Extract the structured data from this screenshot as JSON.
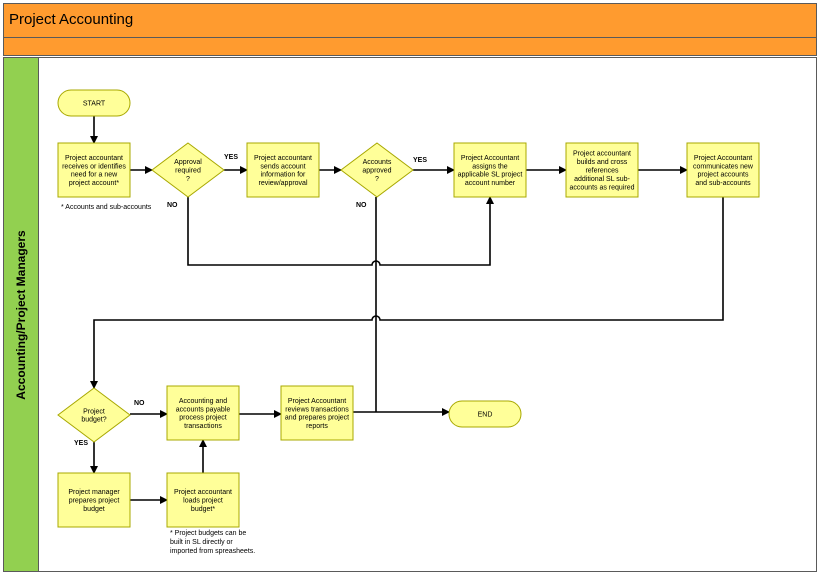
{
  "header": {
    "title": "Project Accounting"
  },
  "lane": {
    "label": "Accounting/Project Managers"
  },
  "colors": {
    "header_fill": "#FF9B2F",
    "lane_fill": "#92D050",
    "node_fill": "#FFFF99",
    "node_stroke": "#A8A800",
    "line": "#000000"
  },
  "nodes": {
    "start": {
      "lines": [
        "START"
      ]
    },
    "receives": {
      "lines": [
        "Project accountant",
        "receives or identifies",
        "need for a new",
        "project account*"
      ]
    },
    "approval": {
      "lines": [
        "Approval",
        "required",
        "?"
      ]
    },
    "sends": {
      "lines": [
        "Project accountant",
        "sends account",
        "information for",
        "review/approval"
      ]
    },
    "accounts_approved": {
      "lines": [
        "Accounts",
        "approved",
        "?"
      ]
    },
    "assigns": {
      "lines": [
        "Project Accountant",
        "assigns the",
        "applicable SL project",
        "account number"
      ]
    },
    "builds": {
      "lines": [
        "Project accountant",
        "builds and cross",
        "references",
        "additional SL sub-",
        "accounts as required"
      ]
    },
    "communicates": {
      "lines": [
        "Project Accountant",
        "communicates new",
        "project accounts",
        "and sub-accounts"
      ]
    },
    "budget": {
      "lines": [
        "Project",
        "budget?"
      ]
    },
    "accounting_ap": {
      "lines": [
        "Accounting and",
        "accounts payable",
        "process project",
        "transactions"
      ]
    },
    "reviews": {
      "lines": [
        "Project Accountant",
        "reviews transactions",
        "and prepares project",
        "reports"
      ]
    },
    "end": {
      "lines": [
        "END"
      ]
    },
    "pm_prepares": {
      "lines": [
        "Project manager",
        "prepares project",
        "budget"
      ]
    },
    "loads": {
      "lines": [
        "Project accountant",
        "loads project",
        "budget*"
      ]
    }
  },
  "labels": {
    "yes1": "YES",
    "no1": "NO",
    "yes2": "YES",
    "no2": "NO",
    "no3": "NO",
    "yes3": "YES"
  },
  "notes": {
    "note1": [
      "* Accounts and sub-accounts"
    ],
    "note2": [
      "* Project budgets can be",
      "built in SL directly or",
      "imported from spreasheets."
    ]
  }
}
